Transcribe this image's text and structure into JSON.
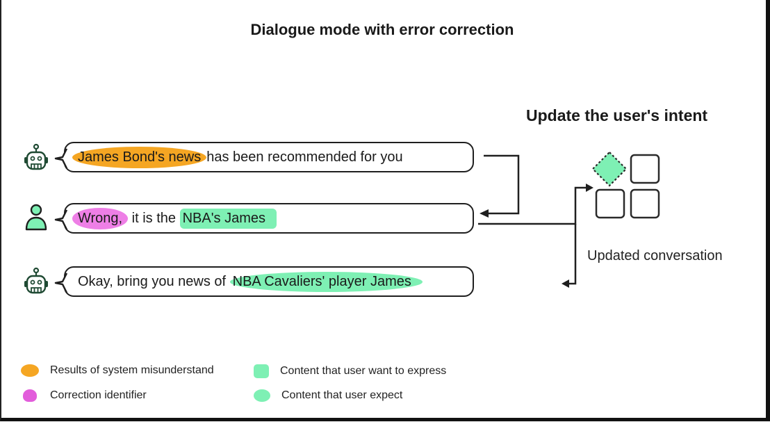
{
  "title": "Dialogue mode with error correction",
  "subtitle": "Update the user's intent",
  "caption": "Updated conversation",
  "messages": [
    {
      "speaker": "robot",
      "icon": "robot-icon",
      "parts": {
        "highlight": "James Bond's news",
        "rest": " has been recommended for you"
      }
    },
    {
      "speaker": "user",
      "icon": "user-icon",
      "parts": {
        "correction": "Wrong,",
        "middle": " it is the ",
        "intent": "NBA's James"
      }
    },
    {
      "speaker": "robot",
      "icon": "robot-icon",
      "parts": {
        "lead": "Okay, bring you news of ",
        "expected": "NBA Cavaliers' player James"
      }
    }
  ],
  "legend": [
    {
      "label": "Results of system misunderstand",
      "color": "#f5a623",
      "shape": "oval"
    },
    {
      "label": "Content that user want to express",
      "color": "#7ef0b4",
      "shape": "rounded-rect"
    },
    {
      "label": "Correction identifier",
      "color": "#e25ddb",
      "shape": "blob"
    },
    {
      "label": "Content that user expect",
      "color": "#7ef0b4",
      "shape": "oval"
    }
  ],
  "colors": {
    "misunderstand": "#f5a623",
    "correction": "#ee7fe6",
    "intent": "#7ef0b4",
    "icon_stroke": "#1f4a33"
  }
}
